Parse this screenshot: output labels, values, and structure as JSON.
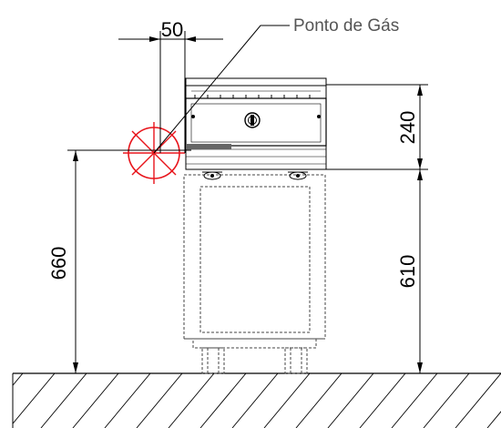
{
  "callout": {
    "label": "Ponto de Gás"
  },
  "dimensions": {
    "gas_point_offset": "50",
    "appliance_top_height": "240",
    "stand_height": "610",
    "gas_point_height": "660"
  },
  "colors": {
    "gas_point": "#e8141b",
    "lines": "#000000",
    "callout_text": "#555555"
  }
}
